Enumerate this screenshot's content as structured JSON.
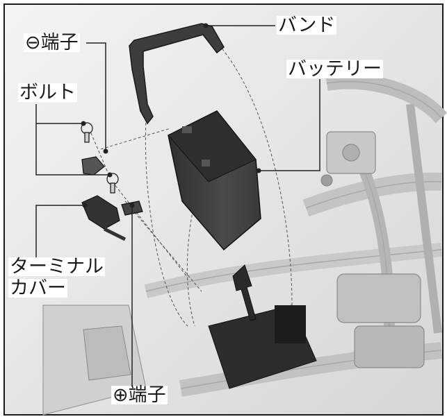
{
  "labels": {
    "band": "バンド",
    "battery": "バッテリー",
    "minus_terminal": "⊖端子",
    "bolt": "ボルト",
    "terminal_cover_line1": "ターミナル",
    "terminal_cover_line2": "カバー",
    "plus_terminal": "⊕端子"
  },
  "colors": {
    "part_dark": "#3b3b3b",
    "frame_gray": "#9a9a9a",
    "leader": "#222222"
  }
}
